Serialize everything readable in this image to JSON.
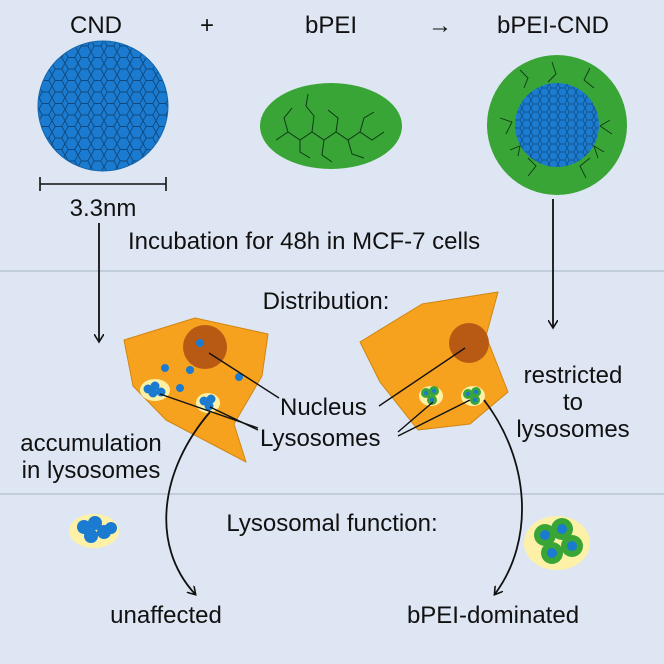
{
  "header": {
    "cnd": "CND",
    "plus": "+",
    "bpei": "bPEI",
    "arrow": "→",
    "complex": "bPEI-CND"
  },
  "scale": {
    "size_label": "3.3nm"
  },
  "sections": {
    "incubation": "Incubation for 48h in MCF-7 cells",
    "distribution": "Distribution:",
    "lysosomal_function": "Lysosomal function:"
  },
  "labels": {
    "nucleus": "Nucleus",
    "lysosomes": "Lysosomes",
    "left_distribution_line1": "accumulation",
    "left_distribution_line2": "in lysosomes",
    "right_distribution_line1": "restricted to",
    "right_distribution_line2": "lysosomes",
    "left_outcome": "unaffected",
    "right_outcome": "bPEI-dominated"
  },
  "colors": {
    "background": "#dde6f2",
    "cnd_blue": "#1a7bd0",
    "bpei_green": "#3aa537",
    "cell_orange": "#f7a21f",
    "nucleus_brown": "#b85a14",
    "lysosome_yellow": "#fdf1a8",
    "divider": "#c2cddc"
  }
}
